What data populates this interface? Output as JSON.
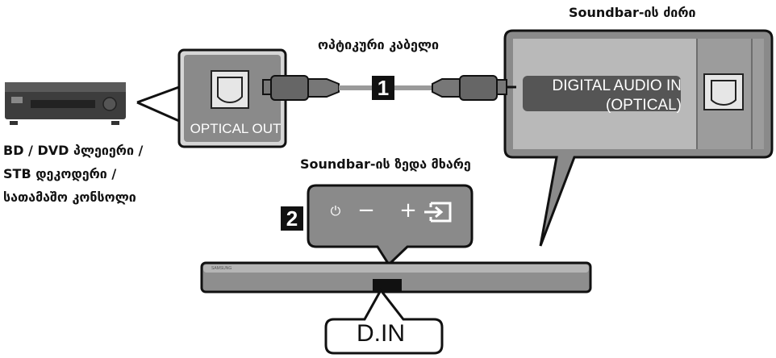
{
  "labels": {
    "soundbar_back": "Soundbar-ის ძირი",
    "optical_cable": "ოპტიკური კაბელი",
    "soundbar_top": "Soundbar-ის ზედა მხარე",
    "player_line1": "BD / DVD პლეიერი /",
    "player_line2": "STB დეკოდერი /",
    "player_line3": "სათამაშო კონსოლი"
  },
  "ports": {
    "optical_out": "OPTICAL OUT",
    "digital_audio_line1": "DIGITAL AUDIO IN",
    "digital_audio_line2": "(OPTICAL)"
  },
  "steps": {
    "step1": "1",
    "step2": "2"
  },
  "controls": {
    "power": "⏻",
    "volume_down": "−",
    "volume_up": "+"
  },
  "callout": {
    "din": "D.IN"
  },
  "brand": "SAMSUNG",
  "colors": {
    "panel_dark": "#7a7a7a",
    "panel_light": "#c9c9c9",
    "cable": "#9a9a9a",
    "label_bg": "#555555"
  }
}
